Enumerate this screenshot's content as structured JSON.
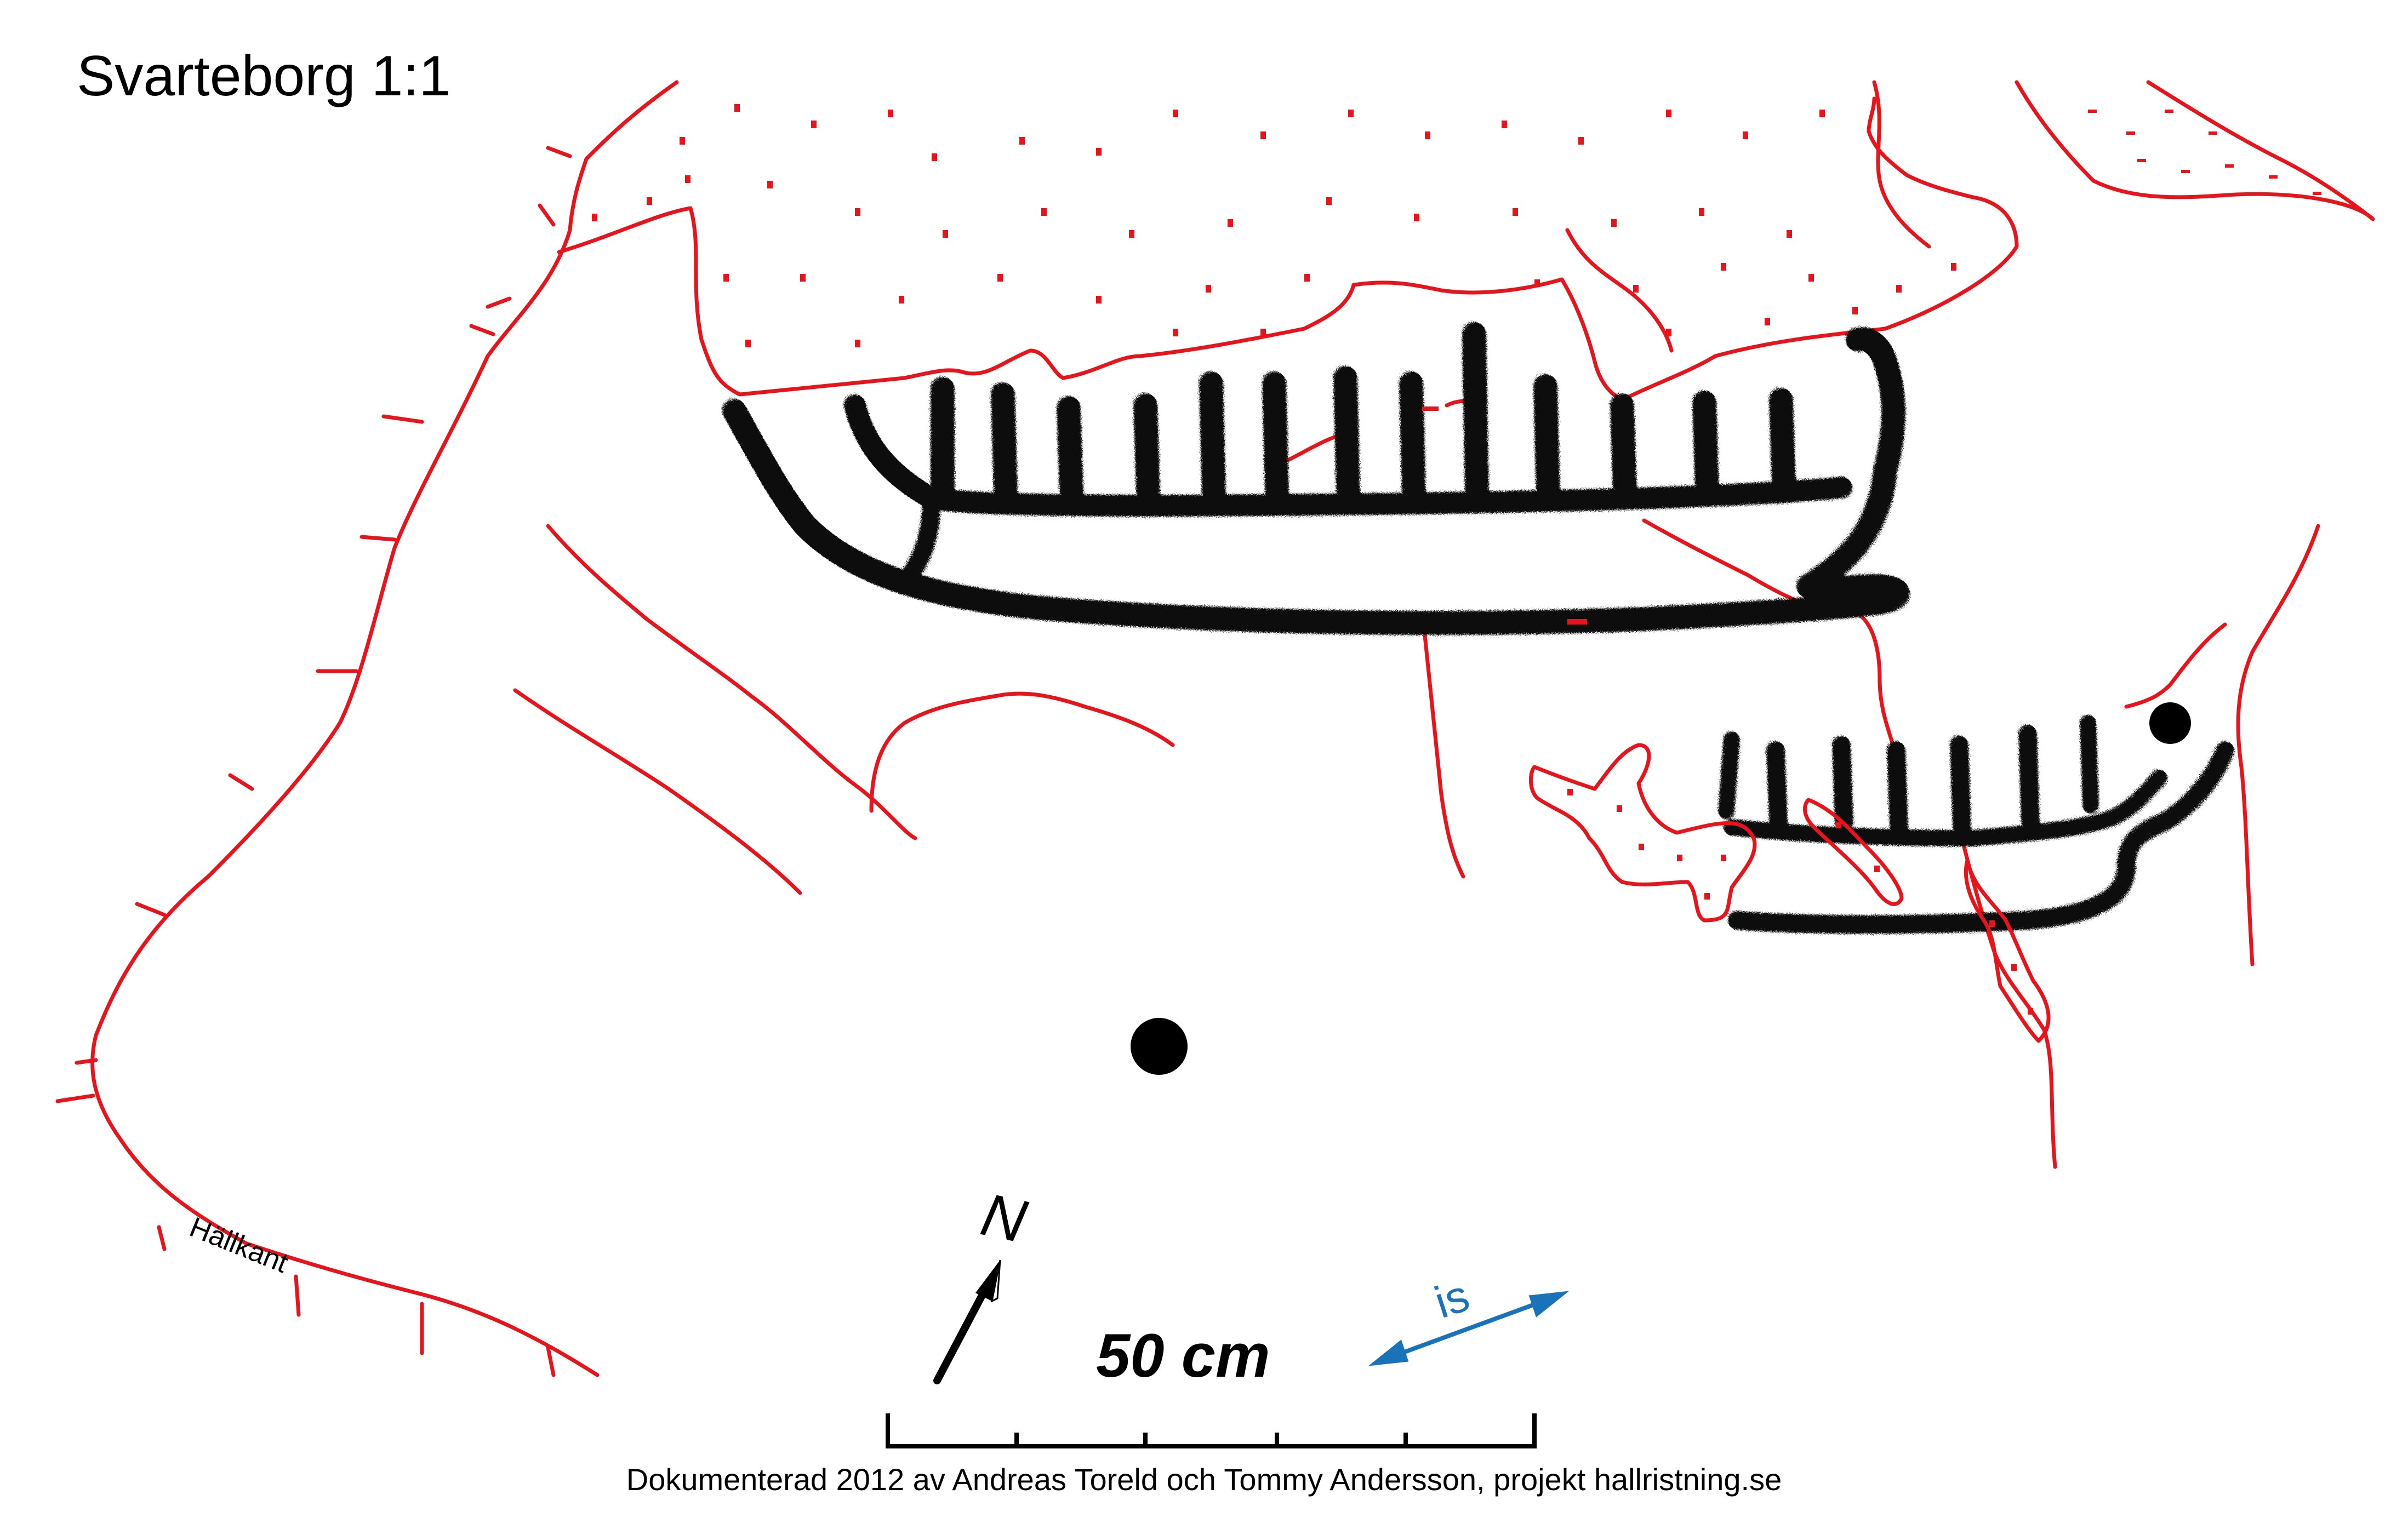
{
  "title": "Svarteborg 1:1",
  "rock_edge_label": "Hällkant",
  "north_label": "N",
  "scale_label": "50 cm",
  "ice_label": "is",
  "credit": "Dokumenterad 2012 av Andreas Toreld och Tommy Andersson, projekt hallristning.se",
  "colors": {
    "carving": "#111111",
    "rock_line": "#e8141c",
    "ice_arrow": "#1a73b8",
    "text": "#000000"
  }
}
